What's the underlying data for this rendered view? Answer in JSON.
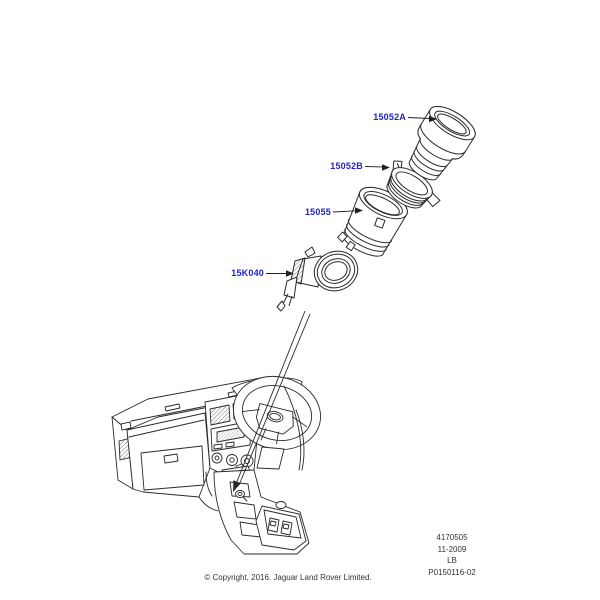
{
  "parts_diagram": {
    "callouts": [
      {
        "part_number": "15052A"
      },
      {
        "part_number": "15052B"
      },
      {
        "part_number": "15055"
      },
      {
        "part_number": "15K040"
      }
    ],
    "reference_block": {
      "lines": [
        "4170505",
        "11-2009",
        "LB",
        "P0150116-02"
      ]
    },
    "footer": {
      "copyright": "© Copyright, 2016. Jaguar Land Rover Limited."
    },
    "colors": {
      "callout_text": "#2323c8",
      "line_art": "#2a2a2a"
    }
  }
}
